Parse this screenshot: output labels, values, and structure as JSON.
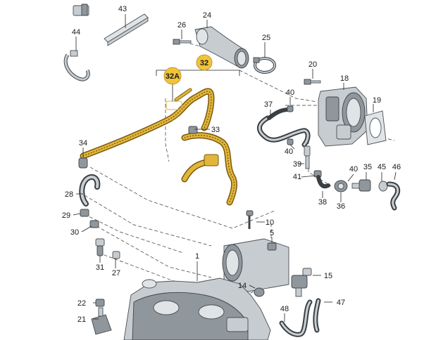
{
  "highlight_color": "#f0c33a",
  "callouts": {
    "c1": "1",
    "c5": "5",
    "c10": "10",
    "c14": "14",
    "c15": "15",
    "c18": "18",
    "c19": "19",
    "c20": "20",
    "c21": "21",
    "c22": "22",
    "c24": "24",
    "c25": "25",
    "c26": "26",
    "c27": "27",
    "c28": "28",
    "c29": "29",
    "c30": "30",
    "c31": "31",
    "c32": "32",
    "c32A": "32A",
    "c33": "33",
    "c34": "34",
    "c35": "35",
    "c36": "36",
    "c37": "37",
    "c38": "38",
    "c39": "39",
    "c40a": "40",
    "c40b": "40",
    "c40c": "40",
    "c41": "41",
    "c43": "43",
    "c44": "44",
    "c45": "45",
    "c46": "46",
    "c47": "47",
    "c48": "48"
  }
}
